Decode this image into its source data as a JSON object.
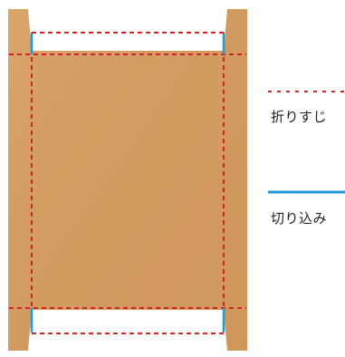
{
  "diagram": {
    "board_color": "#d6a064",
    "board_shade": "#c99455",
    "fold_line_color": "#d2222a",
    "cut_line_color": "#1e9ad6"
  },
  "legend": {
    "fold": {
      "label": "折りすじ",
      "line_style": "dashed",
      "color": "#d2222a"
    },
    "cut": {
      "label": "切り込み",
      "line_style": "solid",
      "color": "#1e9ad6"
    }
  }
}
